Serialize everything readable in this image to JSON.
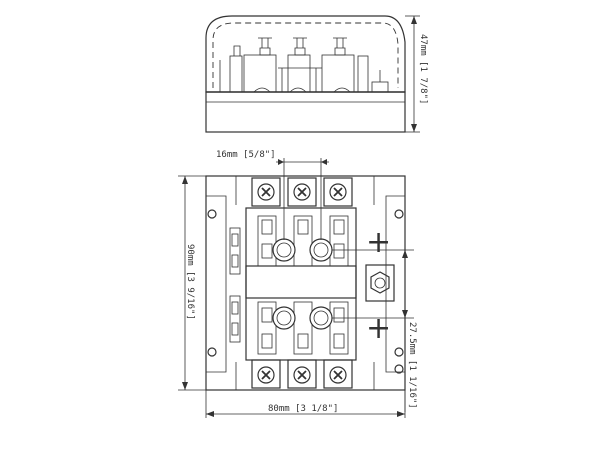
{
  "dimensions": {
    "height": "47mm [1 7/8\"]",
    "pitch": "16mm [5/8\"]",
    "length": "90mm [3 9/16\"]",
    "width": "80mm [3 1/8\"]",
    "stud_offset": "27.5mm [1 1/16\"]"
  },
  "symbols": {
    "plus_top": "+",
    "plus_bottom": "+"
  }
}
